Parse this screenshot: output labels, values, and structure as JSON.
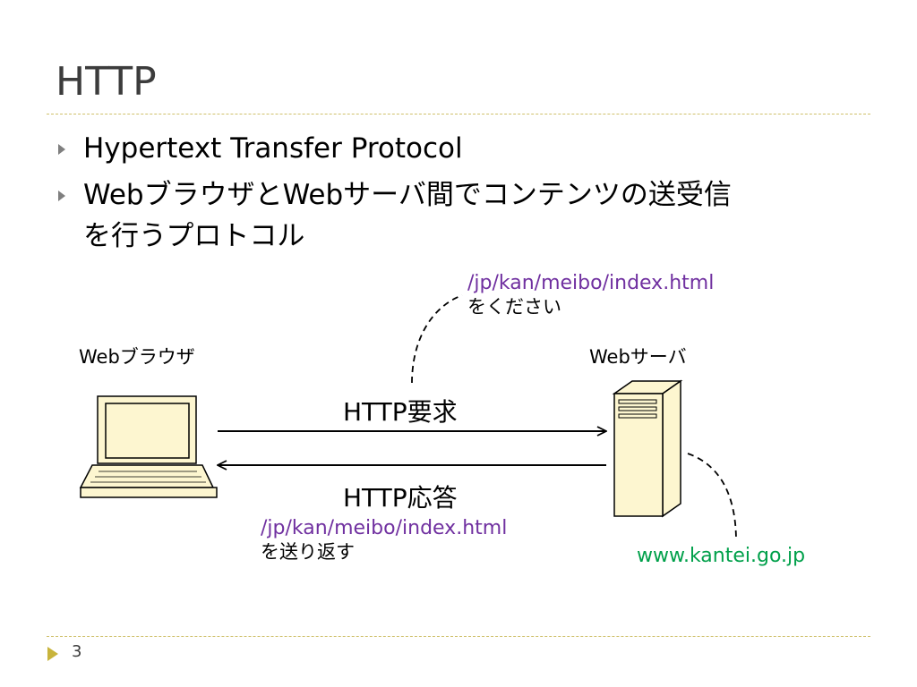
{
  "slide": {
    "title": "HTTP",
    "page_number": "3"
  },
  "bullets": [
    {
      "line1": "Hypertext Transfer Protocol"
    },
    {
      "line1": "WebブラウザとWebサーバ間でコンテンツの送受信",
      "line2": "を行うプロトコル"
    }
  ],
  "diagram": {
    "client_label": "Webブラウザ",
    "server_label": "Webサーバ",
    "request_label": "HTTP要求",
    "response_label": "HTTP応答",
    "request_bubble": {
      "path": "/jp/kan/meibo/index.html",
      "text": "をください"
    },
    "response_bubble": {
      "path": "/jp/kan/meibo/index.html",
      "text": "を送り返す"
    },
    "server_host": "www.kantei.go.jp"
  },
  "colors": {
    "accent_rule": "#cfc06a",
    "bullet": "#7f7f7f",
    "path": "#7030a0",
    "host": "#00a04a",
    "device_fill": "#fdf6d0"
  }
}
